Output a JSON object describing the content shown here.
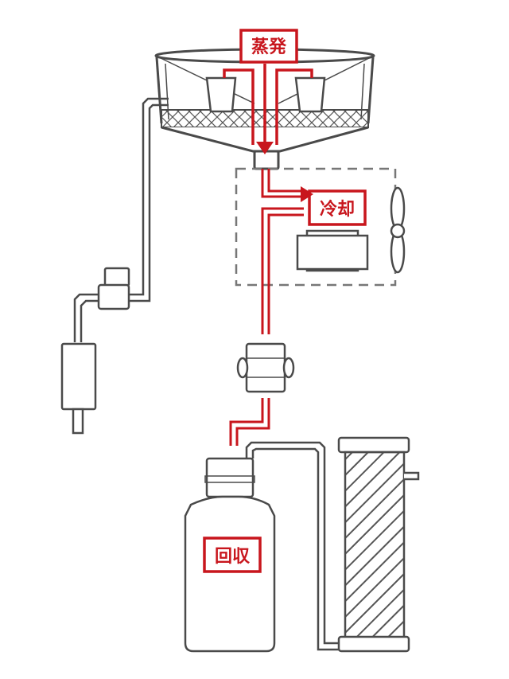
{
  "labels": {
    "evaporation": "蒸発",
    "cooling": "冷却",
    "recovery": "回収"
  },
  "colors": {
    "accent": "#c8161d",
    "line": "#4a4a4a",
    "hatch": "#555555",
    "background": "#ffffff"
  },
  "icons": {
    "fan": "fan-icon"
  }
}
